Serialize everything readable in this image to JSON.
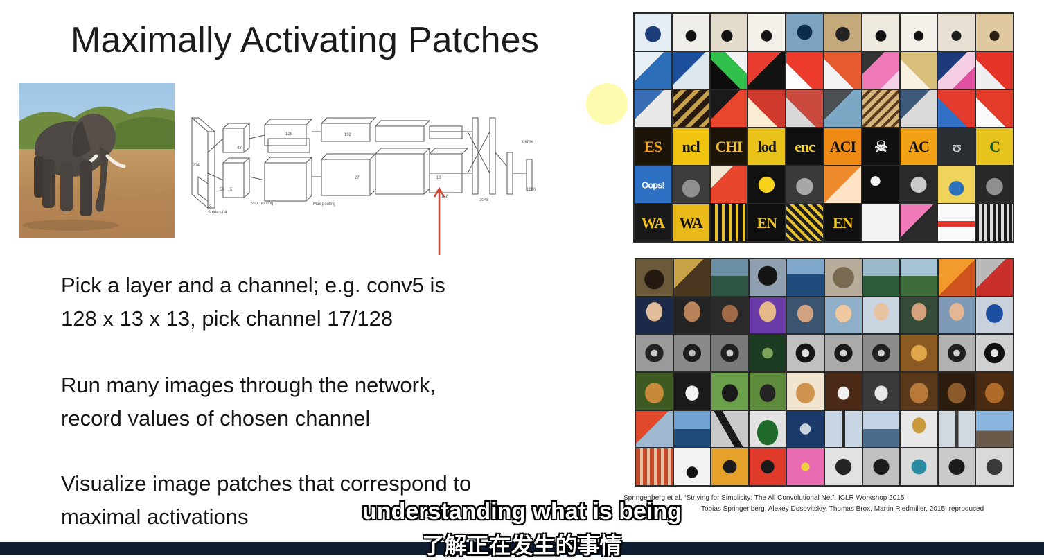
{
  "slide": {
    "title": "Maximally Activating Patches",
    "bullets": [
      {
        "line1": "Pick a layer and a channel; e.g. conv5 is",
        "line2": "128 x 13 x 13, pick channel 17/128"
      },
      {
        "line1": "Run many images through the network,",
        "line2": "record values of chosen channel"
      },
      {
        "line1": "Visualize image patches that correspond to",
        "line2": "maximal activations"
      }
    ],
    "citation": {
      "line1": "Springenberg et al, “Striving for Simplicity: The All Convolutional Net”, ICLR Workshop 2015",
      "line2": "Tobias Springenberg, Alexey Dosovitskiy, Thomas Brox, Martin Riedmiller, 2015; reproduced"
    }
  },
  "network_diagram": {
    "labels": [
      "224",
      "3",
      "Stride of 4",
      "11",
      "48",
      "128",
      "Max pooling",
      "192",
      "128",
      "2048",
      "dense",
      "1000",
      "13",
      "27",
      "55",
      "5"
    ]
  },
  "patch_grid_top": {
    "texts": [
      "ES",
      "ncl",
      "CHI",
      "lod",
      "enc",
      "ACI",
      "AC",
      "WA",
      "WA",
      "EN",
      "EN",
      "Oops!"
    ]
  },
  "subtitles": {
    "english": "understanding what is being",
    "chinese": "了解正在发生的事情"
  },
  "colors": {
    "accent_arrow": "#d9412d",
    "bottom_bar": "#0f1d33",
    "pointer": "#fff9a0"
  }
}
